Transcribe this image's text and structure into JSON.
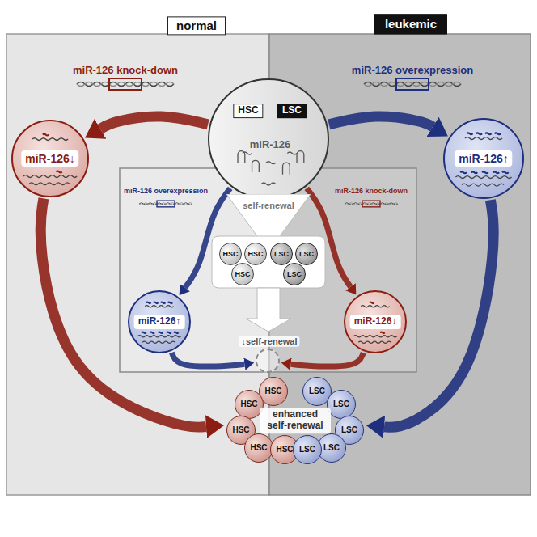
{
  "diagram": {
    "nodes": [
      {
        "text": [
          "normal"
        ]
      },
      {
        "text": [
          "leukemic"
        ]
      },
      {
        "text": [
          "HSC",
          "LSC",
          "miR-126"
        ]
      },
      {
        "text": [
          "self-renewal"
        ]
      },
      {
        "text": [
          "HSC"
        ]
      },
      {
        "text": [
          "HSC"
        ]
      },
      {
        "text": [
          "HSC"
        ]
      },
      {
        "text": [
          "LSC"
        ]
      },
      {
        "text": [
          "LSC"
        ]
      },
      {
        "text": [
          "LSC"
        ]
      },
      {
        "text": [
          "miR-126↑"
        ]
      },
      {
        "text": [
          "miR-126↓"
        ]
      },
      {
        "text": [
          "↓self-renewal"
        ]
      },
      {
        "text": [
          "miR-126↓"
        ],
        "in": 0
      },
      {
        "text": [
          "miR-126↑"
        ],
        "in": 1
      },
      {
        "text": [
          "enhanced self-renewal"
        ]
      },
      {
        "text": [
          "HSC"
        ],
        "in": 15
      },
      {
        "text": [
          "HSC"
        ],
        "in": 15
      },
      {
        "text": [
          "HSC"
        ],
        "in": 15
      },
      {
        "text": [
          "HSC"
        ],
        "in": 15
      },
      {
        "text": [
          "HSC"
        ],
        "in": 15
      },
      {
        "text": [
          "LSC"
        ],
        "in": 15
      },
      {
        "text": [
          "LSC"
        ],
        "in": 15
      },
      {
        "text": [
          "LSC"
        ],
        "in": 15
      },
      {
        "text": [
          "LSC"
        ],
        "in": 15
      },
      {
        "text": [
          "LSC"
        ],
        "in": 15
      }
    ],
    "edges": [
      {
        "from": 2,
        "to": 13,
        "arrow": "to"
      },
      {
        "from": 2,
        "to": 14,
        "arrow": "to"
      },
      {
        "from": 2,
        "to": 10,
        "arrow": "to"
      },
      {
        "from": 2,
        "to": 11,
        "arrow": "to"
      },
      {
        "from": 10,
        "to": 12,
        "arrow": "to"
      },
      {
        "from": 11,
        "to": 12,
        "arrow": "to"
      },
      {
        "from": 13,
        "to": 15,
        "arrow": "to"
      },
      {
        "from": 14,
        "to": 15,
        "arrow": "to"
      }
    ],
    "labels": [
      "miR-126 knock-down",
      "miR-126 overexpression",
      "miR-126 overexpression",
      "miR-126 knock-down"
    ]
  }
}
